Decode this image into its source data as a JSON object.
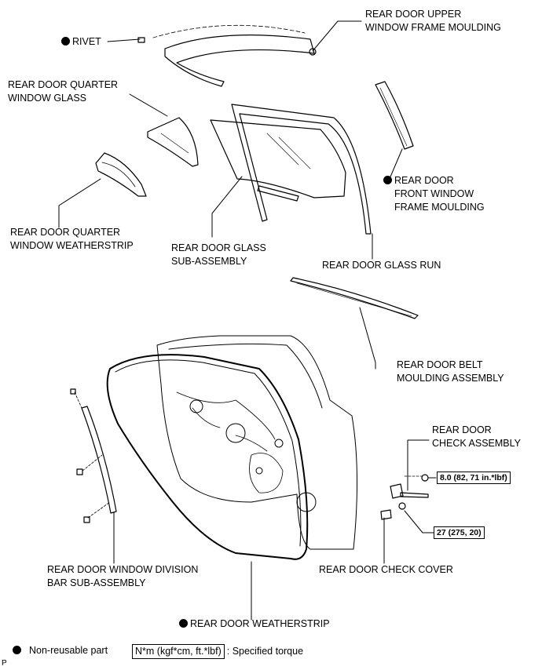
{
  "labels": {
    "rivet": "RIVET",
    "upper_moulding": [
      "REAR DOOR UPPER",
      "WINDOW FRAME MOULDING"
    ],
    "quarter_glass": [
      "REAR DOOR QUARTER",
      "WINDOW GLASS"
    ],
    "front_moulding": [
      "REAR DOOR",
      "FRONT WINDOW",
      "FRAME MOULDING"
    ],
    "quarter_weatherstrip": [
      "REAR DOOR QUARTER",
      "WINDOW WEATHERSTRIP"
    ],
    "glass_sub": [
      "REAR DOOR GLASS",
      "SUB-ASSEMBLY"
    ],
    "glass_run": "REAR DOOR GLASS RUN",
    "belt_moulding": [
      "REAR DOOR BELT",
      "MOULDING ASSEMBLY"
    ],
    "check_assembly": [
      "REAR DOOR",
      "CHECK ASSEMBLY"
    ],
    "check_cover": "REAR DOOR CHECK COVER",
    "division_bar": [
      "REAR DOOR WINDOW DIVISION",
      "BAR SUB-ASSEMBLY"
    ],
    "weatherstrip": "REAR DOOR WEATHERSTRIP"
  },
  "torque": {
    "upper": "8.0 (82, 71 in.*lbf)",
    "lower": "27 (275, 20)"
  },
  "legend": {
    "non_reusable": "Non-reusable part",
    "torque_box": "N*m (kgf*cm, ft.*lbf)",
    "torque_desc": ": Specified torque"
  },
  "page_code": "P"
}
